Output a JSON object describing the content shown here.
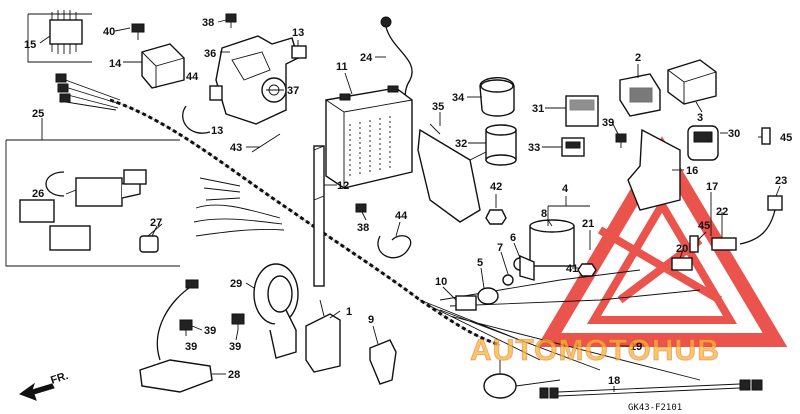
{
  "diagram": {
    "diagram_code": "GK43-F2101",
    "direction_label": "FR.",
    "callouts": [
      {
        "id": "c40",
        "text": "40"
      },
      {
        "id": "c38a",
        "text": "38"
      },
      {
        "id": "c15",
        "text": "15"
      },
      {
        "id": "c14",
        "text": "14"
      },
      {
        "id": "c36",
        "text": "36"
      },
      {
        "id": "c13a",
        "text": "13"
      },
      {
        "id": "c37",
        "text": "37"
      },
      {
        "id": "c44a",
        "text": "44"
      },
      {
        "id": "c13b",
        "text": "13"
      },
      {
        "id": "c43",
        "text": "43"
      },
      {
        "id": "c24",
        "text": "24"
      },
      {
        "id": "c11",
        "text": "11"
      },
      {
        "id": "c34",
        "text": "34"
      },
      {
        "id": "c35",
        "text": "35"
      },
      {
        "id": "c32",
        "text": "32"
      },
      {
        "id": "c2",
        "text": "2"
      },
      {
        "id": "c31",
        "text": "31"
      },
      {
        "id": "c39a",
        "text": "39"
      },
      {
        "id": "c3",
        "text": "3"
      },
      {
        "id": "c30",
        "text": "30"
      },
      {
        "id": "c45a",
        "text": "45"
      },
      {
        "id": "c33",
        "text": "33"
      },
      {
        "id": "c16",
        "text": "16"
      },
      {
        "id": "c25",
        "text": "25"
      },
      {
        "id": "c26",
        "text": "26"
      },
      {
        "id": "c12",
        "text": "12"
      },
      {
        "id": "c42",
        "text": "42"
      },
      {
        "id": "c4",
        "text": "4"
      },
      {
        "id": "c17",
        "text": "17"
      },
      {
        "id": "c23",
        "text": "23"
      },
      {
        "id": "c45b",
        "text": "45"
      },
      {
        "id": "c22",
        "text": "22"
      },
      {
        "id": "c38b",
        "text": "38"
      },
      {
        "id": "c44b",
        "text": "44"
      },
      {
        "id": "c8",
        "text": "8"
      },
      {
        "id": "c21",
        "text": "21"
      },
      {
        "id": "c27",
        "text": "27"
      },
      {
        "id": "c7",
        "text": "7"
      },
      {
        "id": "c6",
        "text": "6"
      },
      {
        "id": "c20",
        "text": "20"
      },
      {
        "id": "c5",
        "text": "5"
      },
      {
        "id": "c41",
        "text": "41"
      },
      {
        "id": "c10",
        "text": "10"
      },
      {
        "id": "c29",
        "text": "29"
      },
      {
        "id": "c1",
        "text": "1"
      },
      {
        "id": "c39b",
        "text": "39"
      },
      {
        "id": "c39c",
        "text": "39"
      },
      {
        "id": "c9",
        "text": "9"
      },
      {
        "id": "c39d",
        "text": "39"
      },
      {
        "id": "c19",
        "text": "19"
      },
      {
        "id": "c28",
        "text": "28"
      },
      {
        "id": "c18",
        "text": "18"
      }
    ]
  },
  "watermark": {
    "text": "AUTOMOTOHUB",
    "color_primary": "#e8362f",
    "color_secondary": "#f2b830"
  }
}
